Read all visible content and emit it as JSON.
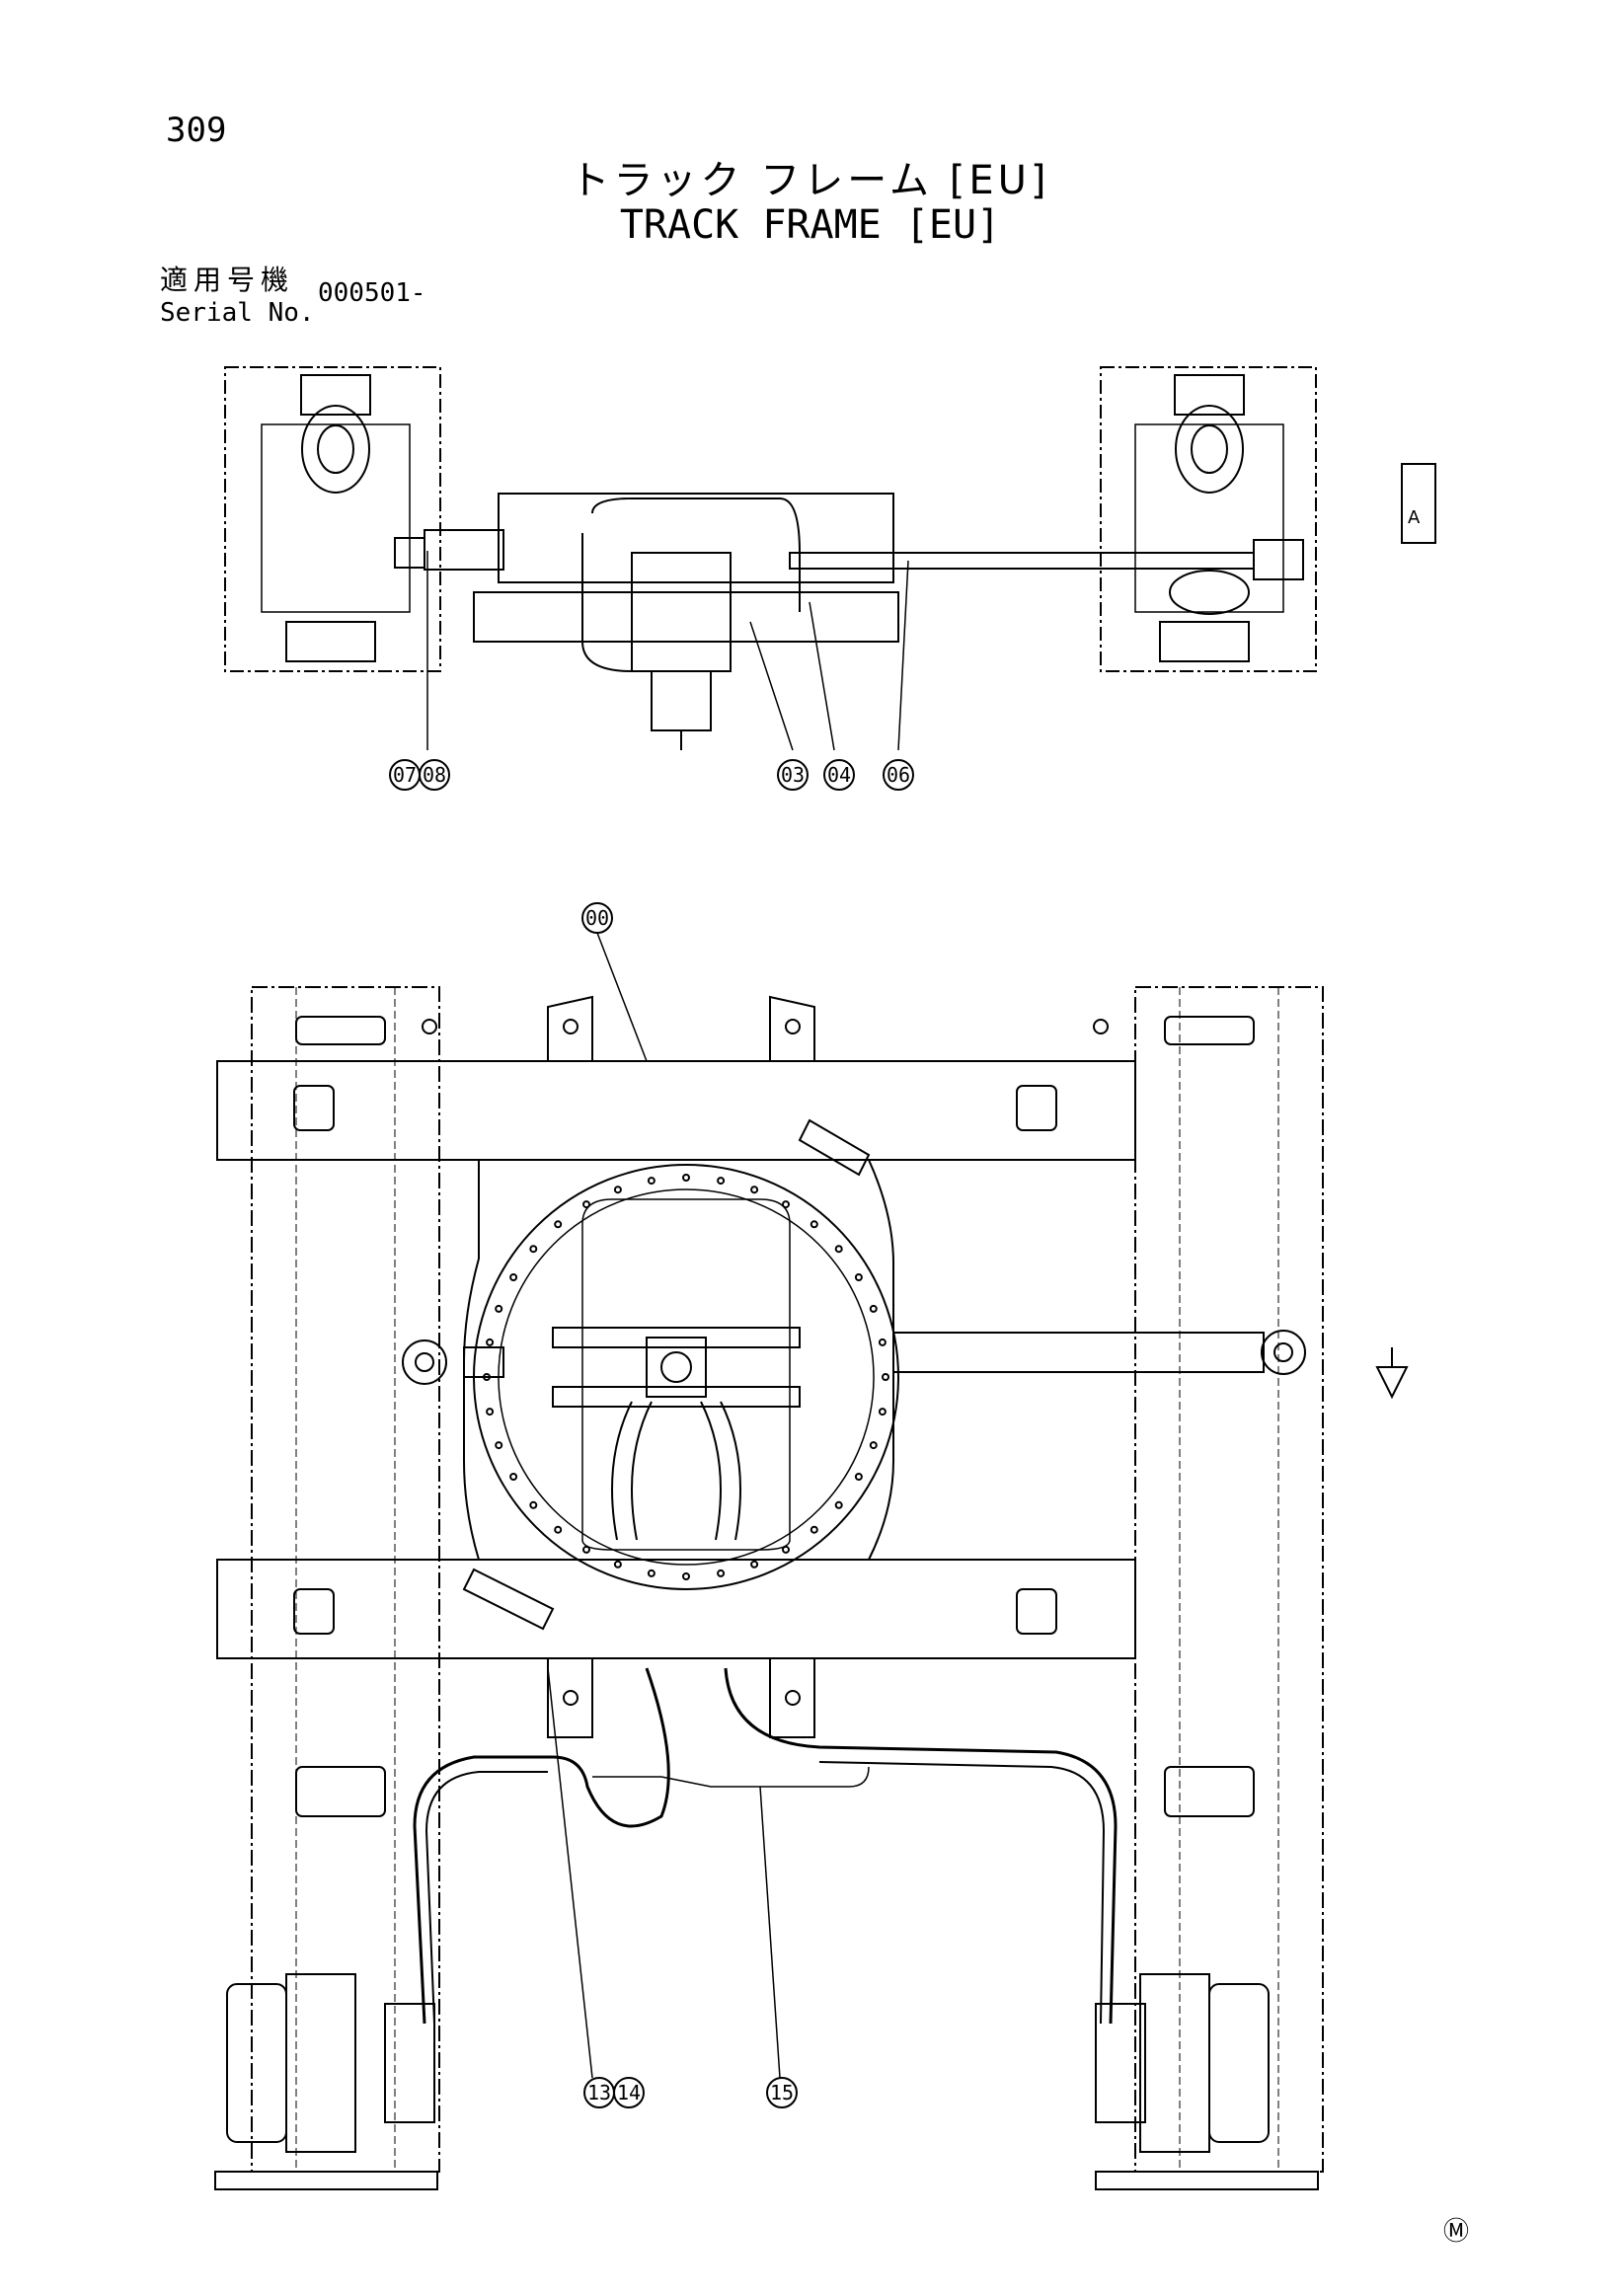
{
  "page_number": "309",
  "title_jp": "トラック フレーム [EU]",
  "title_en": "TRACK FRAME [EU]",
  "serial_label_jp": "適用号機",
  "serial_label_en": "Serial No.",
  "serial_value": "000501-",
  "view_label": "A",
  "corner_mark": "Ⓜ",
  "callouts": {
    "c07": "07",
    "c08": "08",
    "c03": "03",
    "c04": "04",
    "c06": "06",
    "c00": "00",
    "c13": "13",
    "c14": "14",
    "c15": "15"
  }
}
